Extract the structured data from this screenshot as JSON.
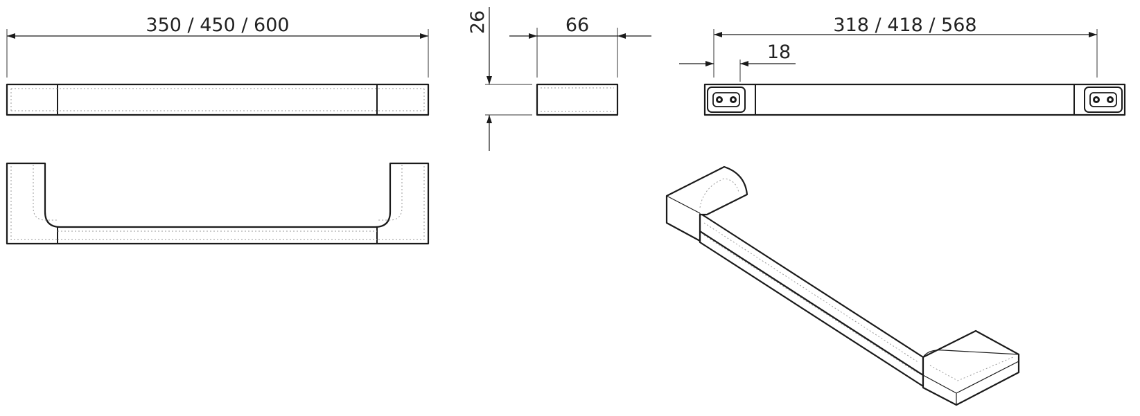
{
  "dimensions": {
    "overall_length": "350 / 450 / 600",
    "depth": "26",
    "width": "66",
    "fixing_distance": "318 / 418 / 568",
    "fixing_offset": "18"
  }
}
